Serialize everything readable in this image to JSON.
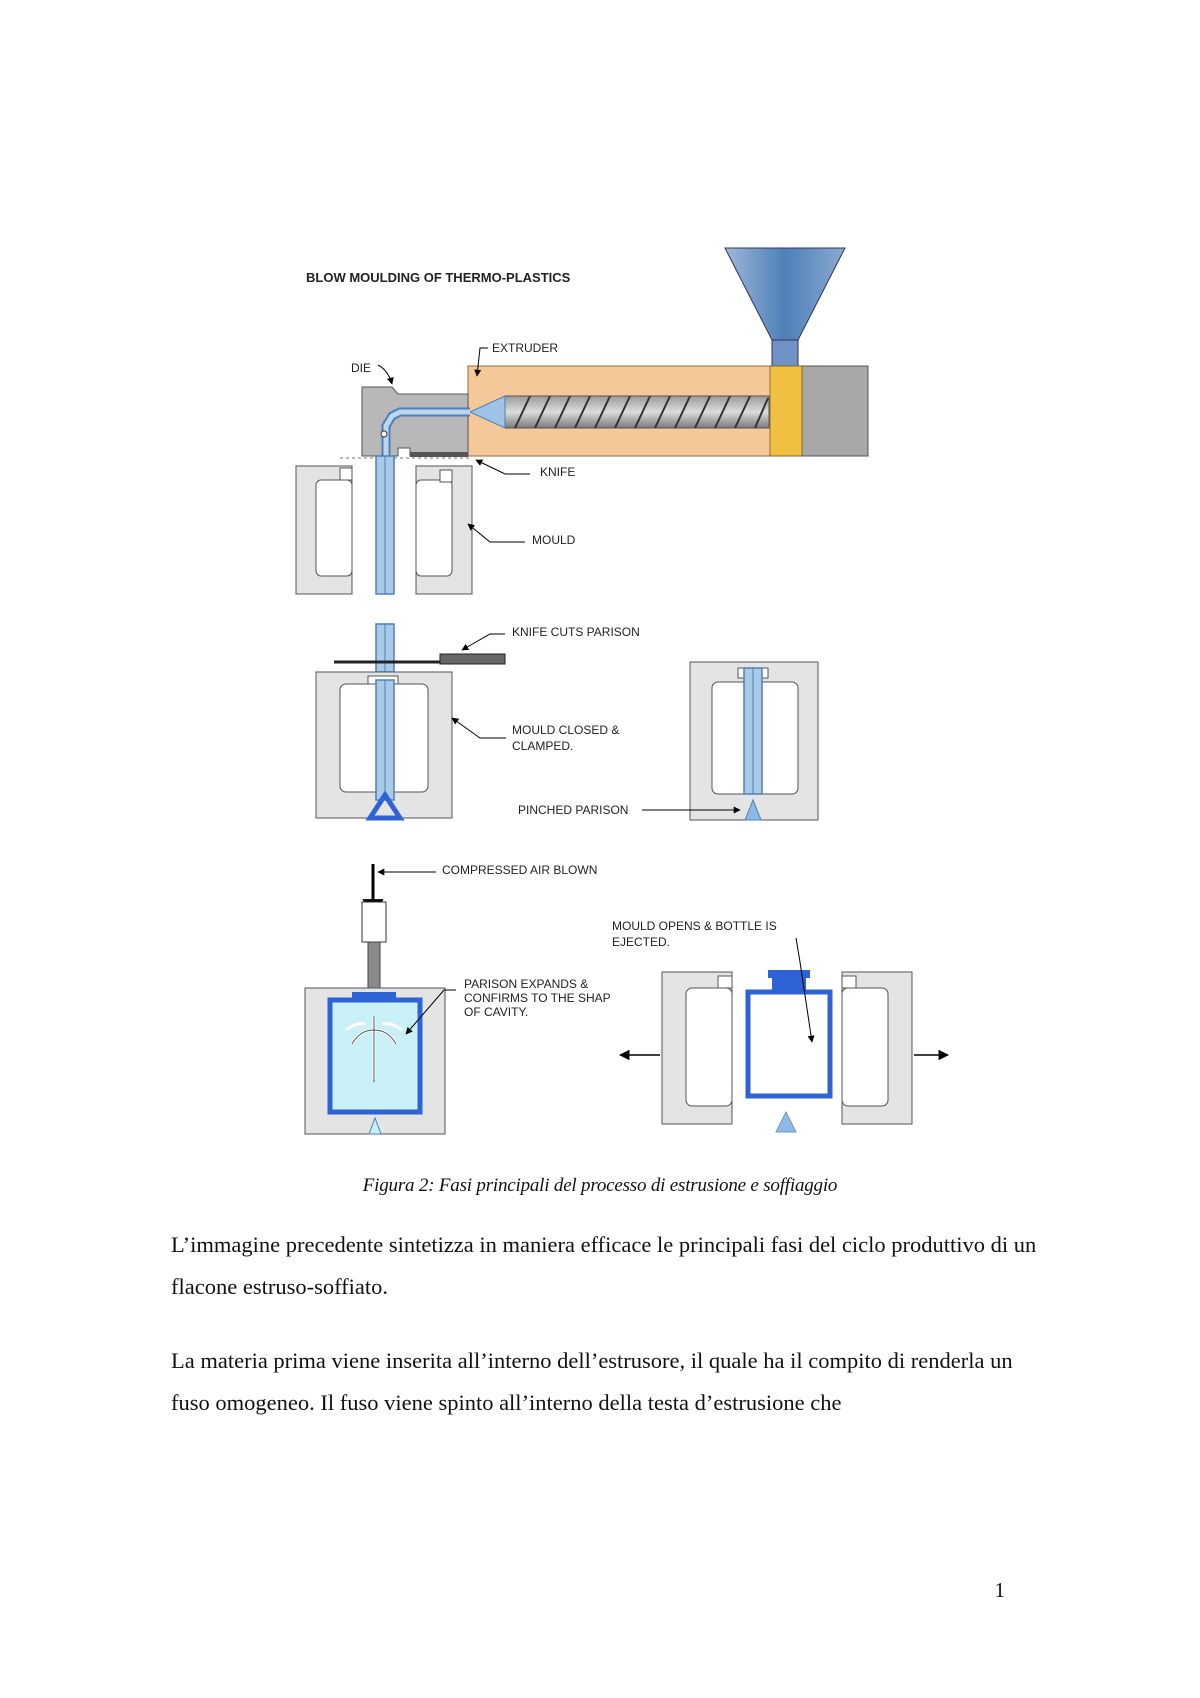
{
  "figure": {
    "title": "BLOW MOULDING OF THERMO-PLASTICS",
    "labels": {
      "die": "DIE",
      "extruder": "EXTRUDER",
      "knife": "KNIFE",
      "mould": "MOULD",
      "knife_cuts": "KNIFE CUTS  PARISON",
      "mould_closed_1": "MOULD  CLOSED &",
      "mould_closed_2": "CLAMPED.",
      "pinched": "PINCHED PARISON",
      "compressed_air": "COMPRESSED  AIR BLOWN",
      "parison_1": "PARISON  EXPANDS &",
      "parison_2": "CONFIRMS TO THE SHAP",
      "parison_3": "OF CAVITY.",
      "opens_1": "MOULD OPENS & BOTTLE IS",
      "opens_2": "EJECTED."
    }
  },
  "caption": "Figura 2: Fasi principali del processo di estrusione e soffiaggio",
  "paragraphs": [
    "L’immagine precedente sintetizza in maniera efficace le principali fasi del ciclo produttivo di un flacone estruso-soffiato.",
    "La materia prima viene inserita all’interno dell’estrusore, il quale ha il compito di renderla un fuso omogeneo. Il fuso viene spinto all’interno della testa d’estrusione che"
  ],
  "page_number": "1",
  "colors": {
    "extruder": "#f5c89a",
    "hopper": "#6f97c9",
    "parison": "#a9cbe8",
    "mould": "#e4e4e4",
    "bottle": "#2e63d6",
    "drive": "#a8a8a8",
    "collar": "#f0c040"
  }
}
